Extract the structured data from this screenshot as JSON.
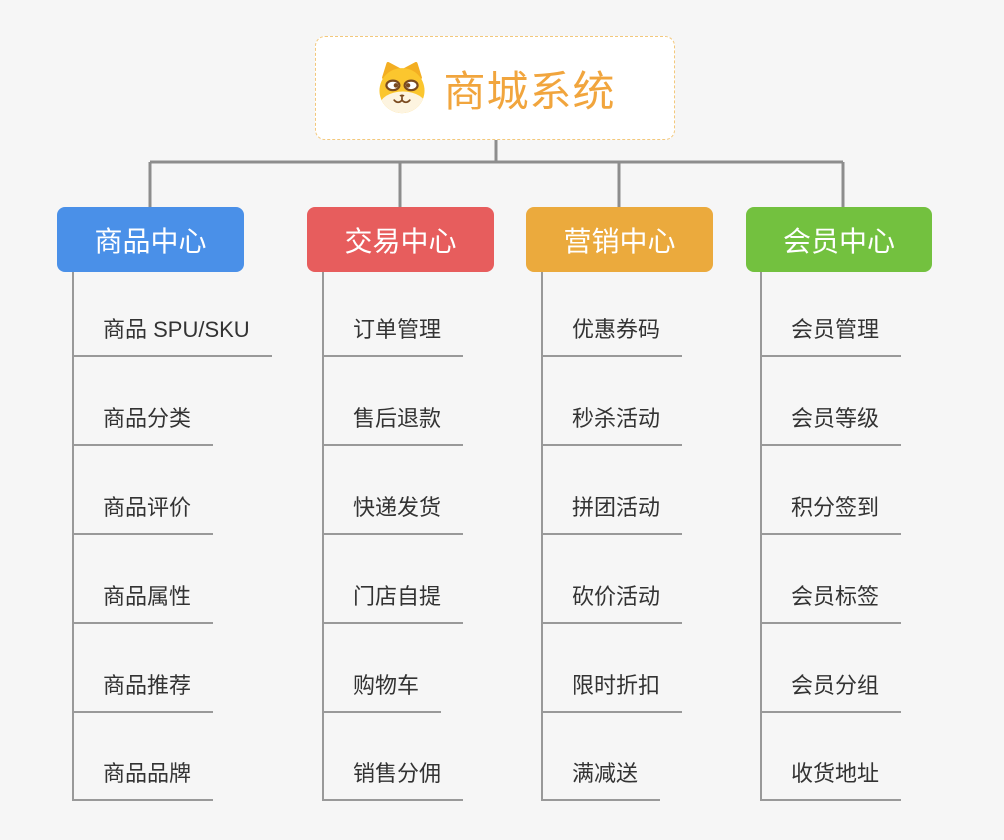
{
  "root": {
    "title": "商城系统",
    "icon": "shiba-dog-icon",
    "title_color": "#f1a53d",
    "border_color": "#f3c87c"
  },
  "connector_colors": {
    "tree": "#8d8d8d",
    "trunk": "#999999"
  },
  "branches": [
    {
      "label": "商品中心",
      "color": "#4a90e8",
      "items": [
        "商品 SPU/SKU",
        "商品分类",
        "商品评价",
        "商品属性",
        "商品推荐",
        "商品品牌"
      ]
    },
    {
      "label": "交易中心",
      "color": "#e75d5d",
      "items": [
        "订单管理",
        "售后退款",
        "快递发货",
        "门店自提",
        "购物车",
        "销售分佣"
      ]
    },
    {
      "label": "营销中心",
      "color": "#ebaa3d",
      "items": [
        "优惠券码",
        "秒杀活动",
        "拼团活动",
        "砍价活动",
        "限时折扣",
        "满减送"
      ]
    },
    {
      "label": "会员中心",
      "color": "#73c13f",
      "items": [
        "会员管理",
        "会员等级",
        "积分签到",
        "会员标签",
        "会员分组",
        "收货地址"
      ]
    }
  ]
}
